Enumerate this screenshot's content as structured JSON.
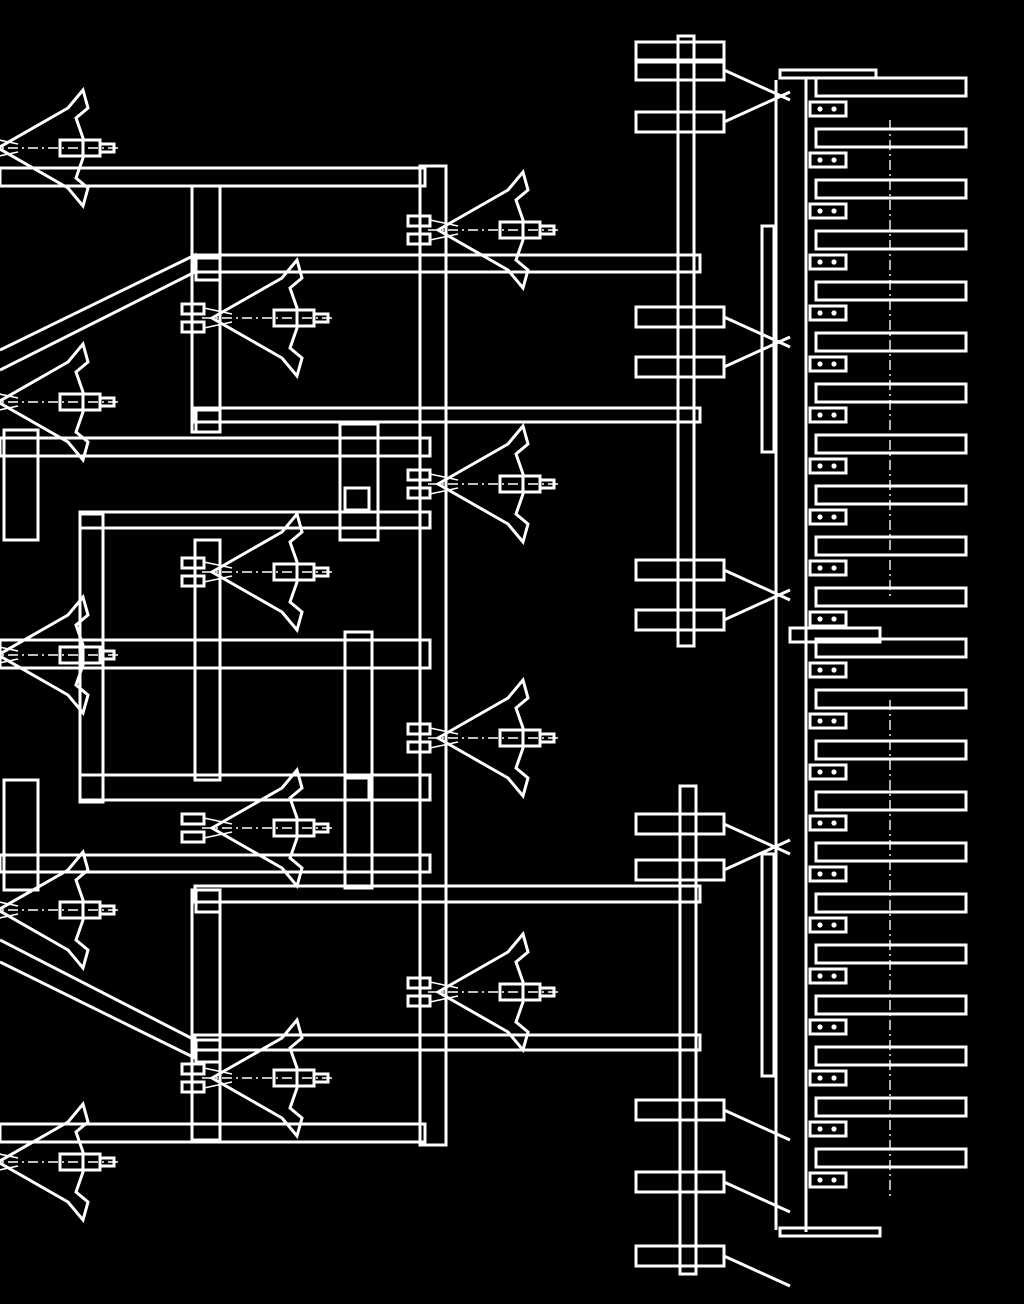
{
  "drawing": {
    "type": "technical-line-drawing",
    "background": "#000000",
    "line_color": "#ffffff",
    "components": {
      "sweep_shares": 13,
      "packer_roller_bars": 22,
      "harrow_tines": 10
    }
  }
}
